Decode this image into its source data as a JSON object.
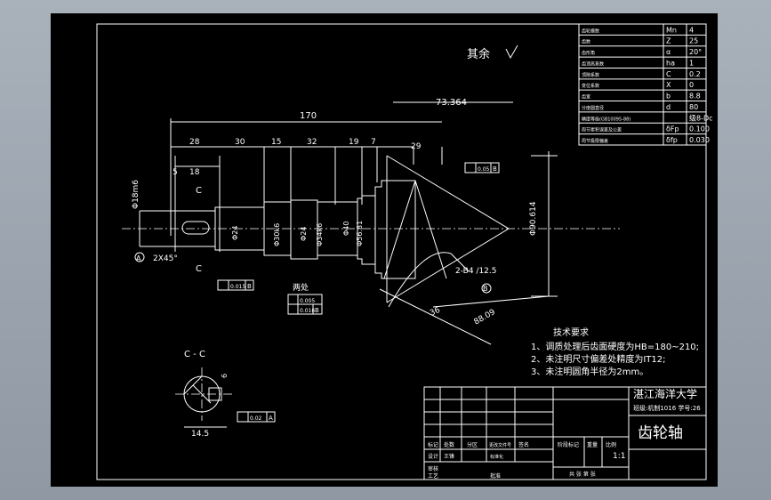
{
  "colors": {
    "background": "#000000",
    "lines": "#ffffff",
    "cyan": "#2fe0e6",
    "green": "#19e619",
    "window": "#9aa3ae"
  },
  "param_table": {
    "rows": [
      {
        "name": "齿轮模数",
        "sym": "Mn",
        "val": "4"
      },
      {
        "name": "齿数",
        "sym": "Z",
        "val": "25"
      },
      {
        "name": "齿形角",
        "sym": "α",
        "val": "20°"
      },
      {
        "name": "齿顶高系数",
        "sym": "ha",
        "val": "1"
      },
      {
        "name": "顶隙系数",
        "sym": "C",
        "val": "0.2"
      },
      {
        "name": "变位系数",
        "sym": "X",
        "val": "0"
      },
      {
        "name": "齿宽",
        "sym": "b",
        "val": "8.8"
      },
      {
        "name": "分度圆直径",
        "sym": "d",
        "val": "80"
      },
      {
        "name": "精度等级(GB10095-88)",
        "sym": "",
        "val": "级8-Dc"
      },
      {
        "name": "周节累积误差及公差",
        "sym": "δFp",
        "val": "0.100"
      },
      {
        "name": "周节极限偏差",
        "sym": "δfp",
        "val": "0.030"
      }
    ]
  },
  "surface_note": "其余",
  "dims": {
    "d170": "170",
    "d28": "28",
    "d30": "30",
    "d15": "15",
    "d32": "32",
    "d19": "19",
    "d7": "7",
    "d29": "29",
    "d7336": "73.364",
    "d5": "5",
    "d18": "18",
    "dia18": "Φ18m6",
    "chamfer": "2X45°",
    "dia24a": "Φ24",
    "dia30": "Φ30k6",
    "dia24b": "Φ24",
    "dia34": "Φ34k6",
    "dia40": "Φ40",
    "dia56": "Φ56.81",
    "dia90": "Φ90.614",
    "dim36": "36",
    "dim88": "88.09",
    "taper": "2-B4 /12.5",
    "tol1": "0.05",
    "tol2": "0.015",
    "tol3": "0.005",
    "tol4": "0.016",
    "tol5": "0.02"
  },
  "labels": {
    "sectionC1": "C",
    "sectionC2": "C",
    "datumA": "A",
    "datumB": "B",
    "twoPlaces": "两处",
    "sectionCC": "C - C",
    "keyDepth": "14.5",
    "keyWidth": "6"
  },
  "tech": {
    "title": "技术要求",
    "items": [
      "1、调质处理后齿面硬度为HB=180~210;",
      "2、未注明尺寸偏差处精度为IT12;",
      "3、未注明圆角半径为2mm。"
    ]
  },
  "title_block": {
    "school": "湛江海洋大学",
    "class_info": "班级:机制1016 学号:26",
    "part_name": "齿轮轴",
    "scale": "1:1",
    "h1": "标记",
    "h2": "处数",
    "h3": "分区",
    "h4": "更改文件号",
    "h5": "签名",
    "designer_label": "设计",
    "designer": "王锋",
    "std_label": "标准化",
    "review_label": "审核",
    "process_label": "工艺",
    "approve_label": "批准",
    "stage": "阶段标记",
    "weight": "重量",
    "ratio": "比例",
    "sheets": "共 张 第 张"
  }
}
